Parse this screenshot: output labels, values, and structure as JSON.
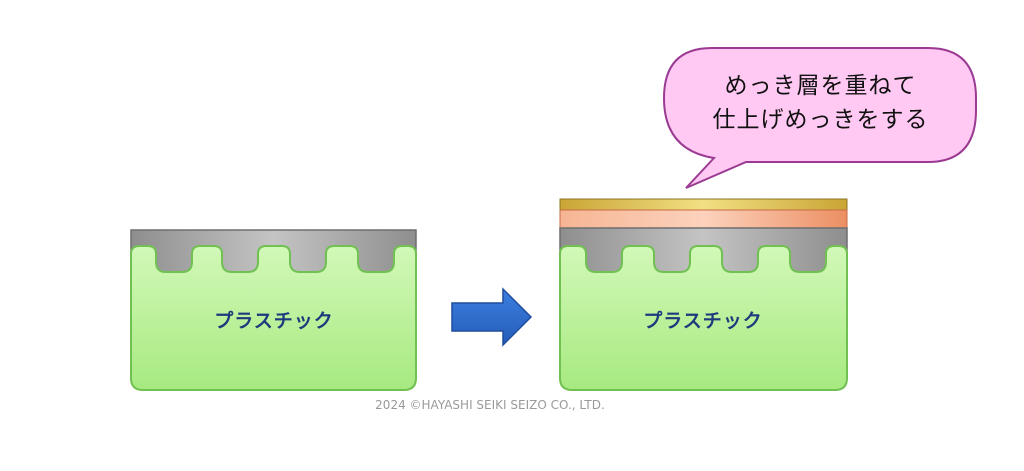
{
  "left_block": {
    "label": "プラスチック"
  },
  "right_block": {
    "label": "プラスチック"
  },
  "callout": {
    "line1": "めっき層を重ねて",
    "line2": "仕上げめっきをする"
  },
  "copyright": "2024 ©HAYASHI SEIKI SEIZO CO., LTD.",
  "colors": {
    "plastic_fill": "#b6ef92",
    "plastic_edge": "#71c152",
    "base_metal": "#9c9c9c",
    "copper_layer": "#f0a07a",
    "gold_layer": "#d8b848",
    "arrow": "#2f6ed1",
    "bubble_fill": "#ffc9f3",
    "bubble_edge": "#9a3a92"
  }
}
